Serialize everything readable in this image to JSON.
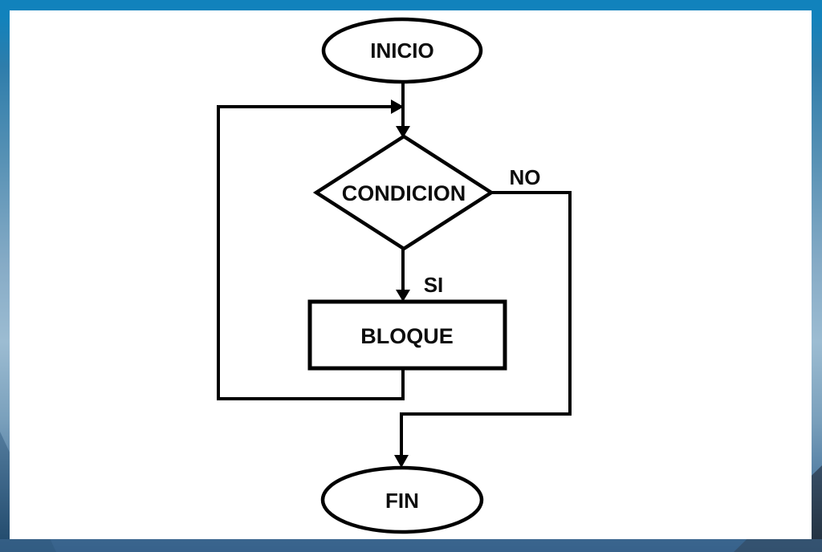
{
  "diagram": {
    "type": "flowchart",
    "language": "es",
    "nodes": [
      {
        "id": "inicio",
        "shape": "ellipse",
        "label": "INICIO",
        "role": "start"
      },
      {
        "id": "condicion",
        "shape": "diamond",
        "label": "CONDICION",
        "role": "decision"
      },
      {
        "id": "bloque",
        "shape": "rect",
        "label": "BLOQUE",
        "role": "process"
      },
      {
        "id": "fin",
        "shape": "ellipse",
        "label": "FIN",
        "role": "end"
      }
    ],
    "edges": [
      {
        "from": "inicio",
        "to": "condicion",
        "label": ""
      },
      {
        "from": "condicion",
        "to": "bloque",
        "label": "SI"
      },
      {
        "from": "bloque",
        "to": "condicion",
        "label": "",
        "kind": "loop-back"
      },
      {
        "from": "condicion",
        "to": "fin",
        "label": "NO"
      }
    ],
    "colors": {
      "line": "#010101",
      "node_fill": "#ffffff",
      "frame_top": "#1182bc",
      "frame_mid": "#9cbcd2",
      "frame_bottom": "#2c557c",
      "canvas": "#ffffff"
    }
  }
}
